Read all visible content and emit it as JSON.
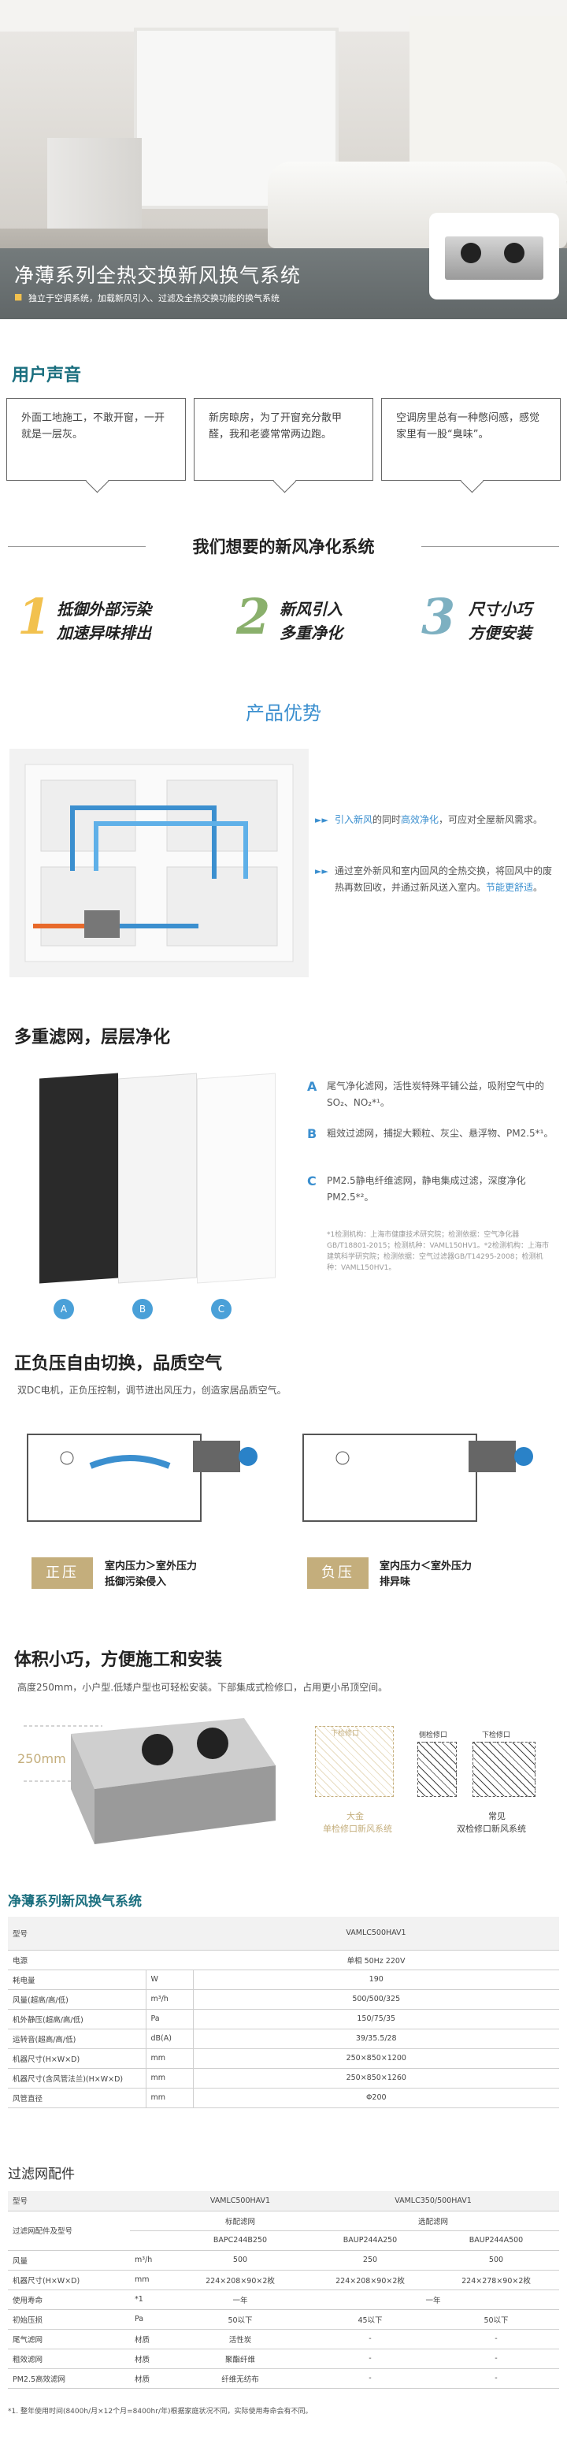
{
  "hero": {
    "title": "净薄系列全热交换新风换气系统",
    "subtitle": "独立于空调系统，加载新风引入、过滤及全热交换功能的换气系统"
  },
  "user_voice": {
    "title": "用户声音",
    "bubbles": [
      "外面工地施工，不敢开窗，一开就是一层灰。",
      "新房晾房，为了开窗充分散甲醛，我和老婆常常两边跑。",
      "空调房里总有一种憋闷感，感觉家里有一股“臭味”。"
    ]
  },
  "wants": {
    "title": "我们想要的新风净化系统",
    "items": [
      {
        "num": "1",
        "line1": "抵御外部污染",
        "line2": "加速异味排出"
      },
      {
        "num": "2",
        "line1": "新风引入",
        "line2": "多重净化"
      },
      {
        "num": "3",
        "line1": "尺寸小巧",
        "line2": "方便安装"
      }
    ]
  },
  "advantage": {
    "title": "产品优势",
    "p1_a": "引入新风",
    "p1_b": "的同时",
    "p1_c": "高效净化",
    "p1_d": "，可应对全屋新风需求。",
    "p2_a": "通过室外新风和室内回风的全热交换，将回风中的废热再数回收，并通过新风送入室内。",
    "p2_b": "节能更舒适",
    "p2_c": "。"
  },
  "filters": {
    "title": "多重滤网，层层净化",
    "items": [
      {
        "letter": "A",
        "text": "尾气净化滤网，活性炭特殊平铺公益，吸附空气中的SO₂、NO₂*¹。"
      },
      {
        "letter": "B",
        "text": "粗效过滤网，捕捉大颗粒、灰尘、悬浮物、PM2.5*¹。"
      },
      {
        "letter": "C",
        "text": "PM2.5静电纤维滤网，静电集成过滤，深度净化PM2.5*²。"
      }
    ],
    "note": "*1检测机构：上海市健康技术研究院；检测依据：空气净化器GB/T18801-2015；检测机种：VAML150HV1。*2检测机构：上海市建筑科学研究院；检测依据：空气过滤器GB/T14295-2008；检测机种：VAML150HV1。",
    "circles": [
      "A",
      "B",
      "C"
    ]
  },
  "pressure": {
    "title": "正负压自由切换，品质空气",
    "subtitle": "双DC电机，正负压控制，调节进出风压力，创造家居品质空气。",
    "pos_badge": "正压",
    "pos_line1": "室内压力＞室外压力",
    "pos_line2": "抵御污染侵入",
    "neg_badge": "负压",
    "neg_line1": "室内压力＜室外压力",
    "neg_line2": "排异味"
  },
  "size": {
    "title": "体积小巧，方便施工和安装",
    "subtitle": "高度250mm，小户型.低矮户型也可轻松安装。下部集成式检修口，占用更小吊顶空间。",
    "height_label": "250mm",
    "diagram_label_a": "下检修口",
    "diagram_caption_a1": "大金",
    "diagram_caption_a2": "单检修口新风系统",
    "diagram_label_b1": "侧检修口",
    "diagram_label_b2": "下检修口",
    "diagram_caption_b1": "常见",
    "diagram_caption_b2": "双检修口新风系统"
  },
  "spec": {
    "title": "净薄系列新风换气系统",
    "head": {
      "label": "型号",
      "value": "VAMLC500HAV1"
    },
    "rows": [
      {
        "label": "电源",
        "unit": "",
        "value": "单相 50Hz 220V"
      },
      {
        "label": "耗电量",
        "unit": "W",
        "value": "190"
      },
      {
        "label": "风量(超高/高/低)",
        "unit": "m³/h",
        "value": "500/500/325"
      },
      {
        "label": "机外静压(超高/高/低)",
        "unit": "Pa",
        "value": "150/75/35"
      },
      {
        "label": "运转音(超高/高/低)",
        "unit": "dB(A)",
        "value": "39/35.5/28"
      },
      {
        "label": "机器尺寸(H×W×D)",
        "unit": "mm",
        "value": "250×850×1200"
      },
      {
        "label": "机器尺寸(含风管法兰)(H×W×D)",
        "unit": "mm",
        "value": "250×850×1260"
      },
      {
        "label": "风管直径",
        "unit": "mm",
        "value": "Φ200"
      }
    ]
  },
  "parts": {
    "title": "过滤网配件",
    "col_model_label": "型号",
    "col_a_model": "VAMLC500HAV1",
    "col_b_model": "VAMLC350/500HAV1",
    "row_filter_label": "过滤网配件及型号",
    "col_a_head": "标配滤网",
    "col_b_head": "选配滤网",
    "codes": [
      "BAPC244B250",
      "BAUP244A250",
      "BAUP244A500"
    ],
    "airflow_label": "风量",
    "airflow_unit": "m³/h",
    "airflow": [
      "500",
      "250",
      "500"
    ],
    "size_label": "机器尺寸(H×W×D)",
    "size_unit": "mm",
    "sizes": [
      "224×208×90×2枚",
      "224×208×90×2枚",
      "224×278×90×2枚"
    ],
    "life_label": "使用寿命",
    "life_unit": "*1",
    "life_a": "一年",
    "life_b": "一年",
    "pa_label": "初始压损",
    "pa_unit": "Pa",
    "pa": [
      "50以下",
      "45以下",
      "50以下"
    ],
    "mat_rows": [
      {
        "label": "尾气滤网",
        "unit": "材质",
        "a": "活性炭",
        "b": "-",
        "c": "-"
      },
      {
        "label": "粗效滤网",
        "unit": "材质",
        "a": "聚酯纤维",
        "b": "-",
        "c": "-"
      },
      {
        "label": "PM2.5高效滤网",
        "unit": "材质",
        "a": "纤维无纺布",
        "b": "-",
        "c": "-"
      }
    ],
    "footnote": "*1. 整年使用时间(8400h/月×12个月=8400hr/年)根据家庭状况不同，实际使用寿命会有不同。"
  },
  "colors": {
    "accent": "#3b8fcf",
    "teal": "#1b6f7f",
    "gold": "#c4ae7c"
  }
}
